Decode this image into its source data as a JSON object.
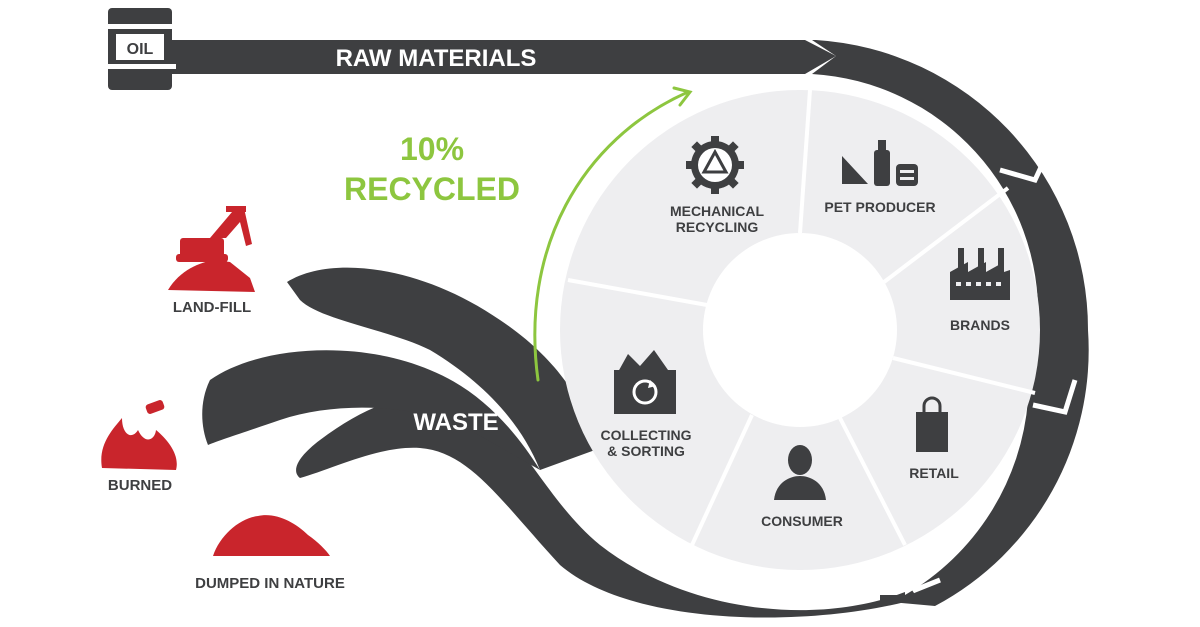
{
  "colors": {
    "dark": "#3e3f41",
    "segment_fill": "#eeeef0",
    "green": "#8dc63f",
    "red": "#c9252c",
    "white": "#ffffff"
  },
  "oil_label": "OIL",
  "raw_materials_label": "RAW MATERIALS",
  "recycled": {
    "percent": "10%",
    "label": "RECYCLED"
  },
  "waste_label": "WASTE",
  "outcomes": {
    "landfill": "LAND-FILL",
    "burned": "BURNED",
    "dumped": "DUMPED IN NATURE"
  },
  "cycle": {
    "mechanical": {
      "line1": "MECHANICAL",
      "line2": "RECYCLING",
      "icon": "recycle-gear-icon"
    },
    "pet_producer": {
      "label": "PET PRODUCER",
      "icon": "pet-production-icon"
    },
    "brands": {
      "label": "BRANDS",
      "icon": "factory-icon"
    },
    "retail": {
      "label": "RETAIL",
      "icon": "shopping-bag-icon"
    },
    "consumer": {
      "label": "CONSUMER",
      "icon": "person-icon"
    },
    "collecting": {
      "line1": "COLLECTING",
      "line2": "& SORTING",
      "icon": "recycling-bin-icon"
    }
  }
}
